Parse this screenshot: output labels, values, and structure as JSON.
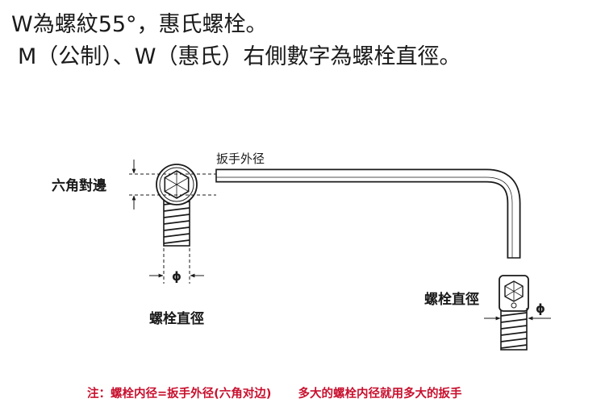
{
  "heading": {
    "line1": "W為螺紋55°，惠氏螺栓。",
    "line2": "M（公制）、W（惠氏）右側數字為螺栓直徑。"
  },
  "labels": {
    "hex_across_flats": "六角對邊",
    "wrench_outer_diameter": "扳手外径",
    "bolt_diameter_left": "螺栓直徑",
    "bolt_diameter_right": "螺栓直徑",
    "phi_left": "ϕ",
    "phi_right": "ϕ"
  },
  "note": {
    "left": "注：螺栓内径=扳手外径(六角对边)",
    "right": "多大的螺栓内径就用多大的扳手"
  },
  "colors": {
    "note": "#c8102e",
    "line": "#1a1a1a"
  }
}
